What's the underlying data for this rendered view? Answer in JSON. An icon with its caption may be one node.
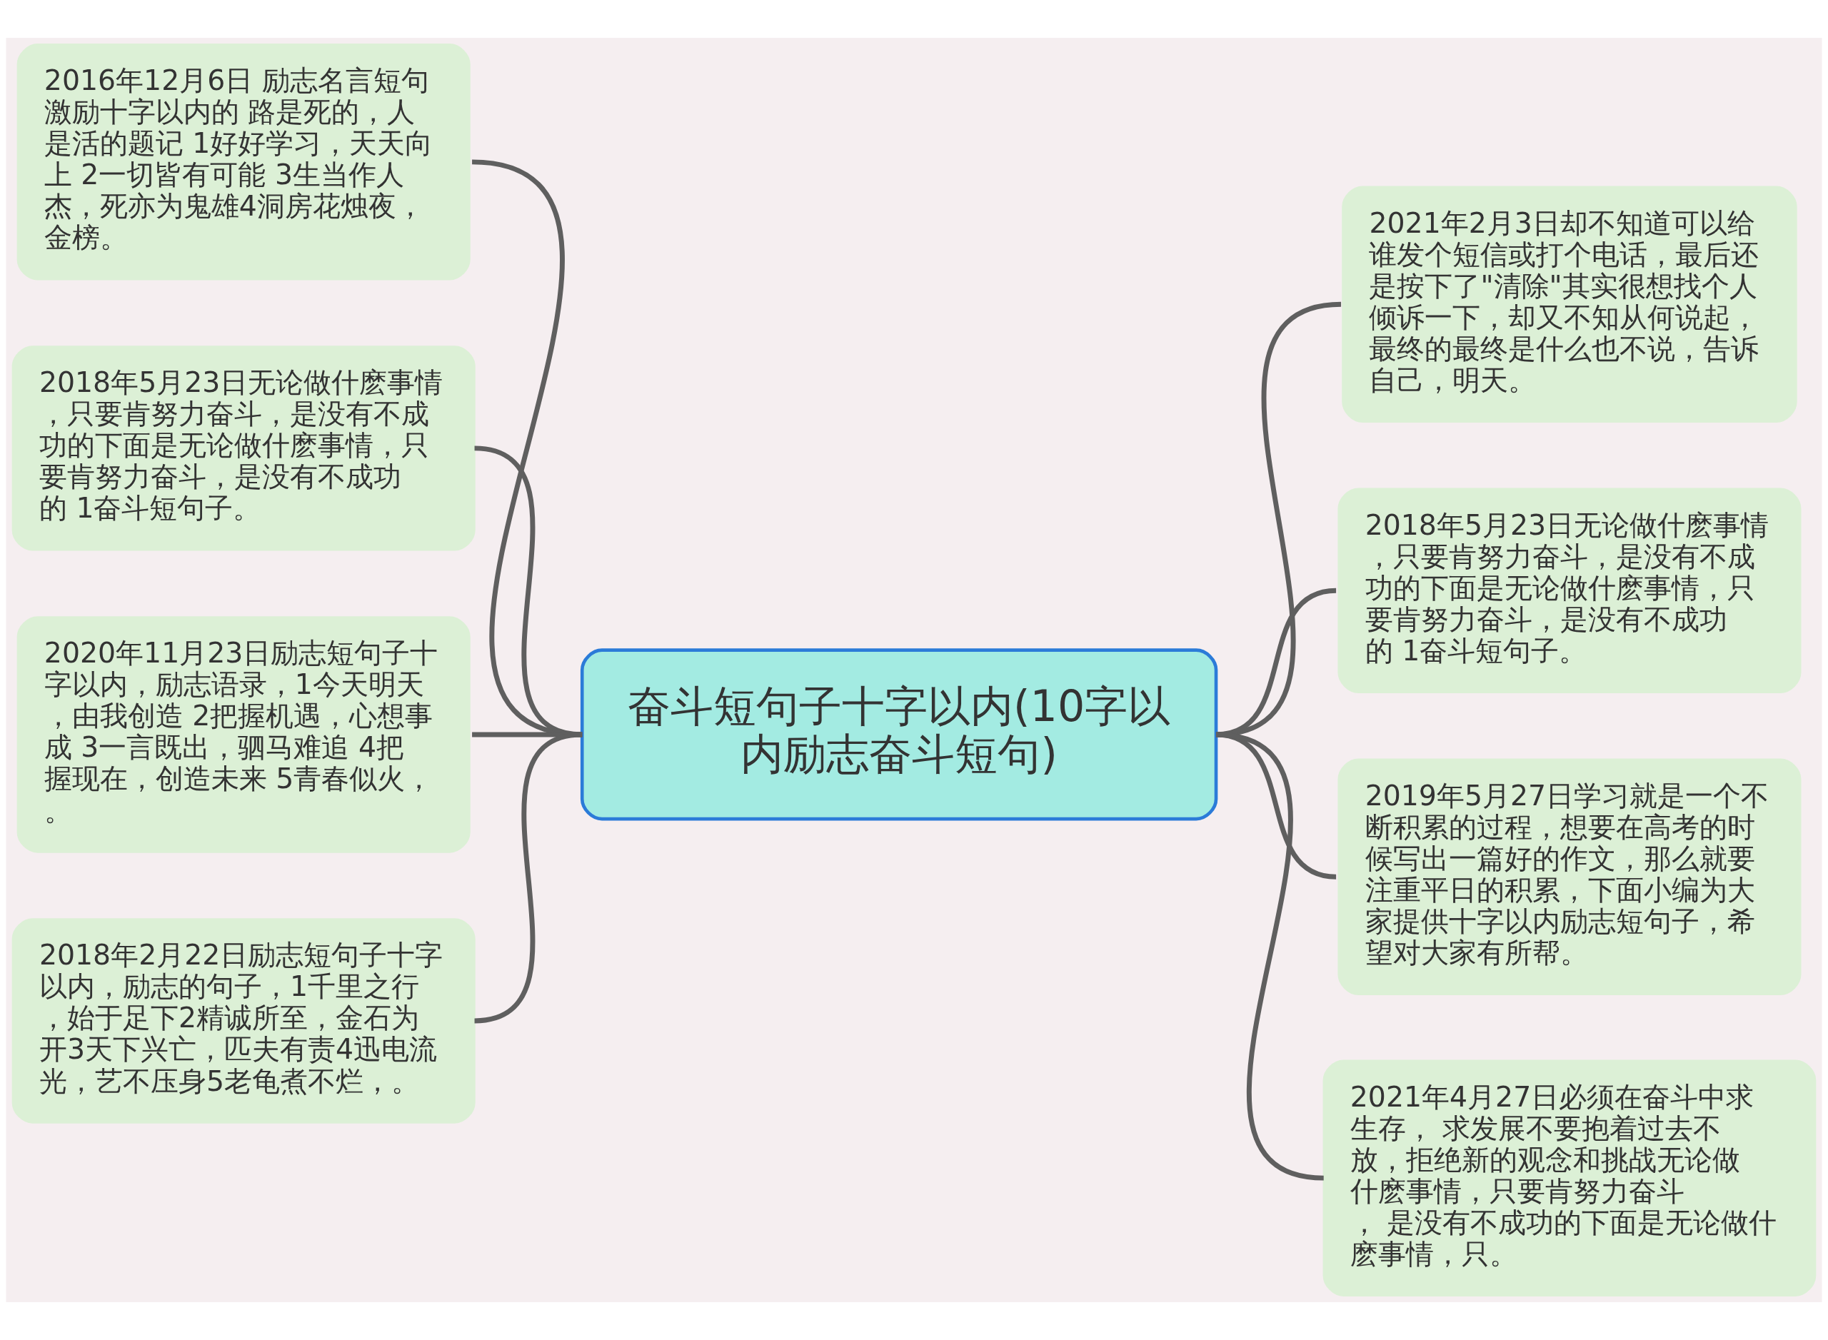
{
  "diagram": {
    "nodes": [
      {
        "text": [
          "奋斗短句子十字以内(10字以内励志奋斗短句)"
        ]
      },
      {
        "text": [
          "2016年12月6日 励志名言短句激励十字以内的 路是死的，人是活的题记 1好好学习，天天向上 2一切皆有可能 3生当作人杰，死亦为鬼雄4洞房花烛夜，金榜。"
        ]
      },
      {
        "text": [
          "2018年5月23日无论做什麽事情，只要肯努力奋斗，是没有不成功的下面是无论做什麽事情，只要肯努力奋斗，是没有不成功的 1奋斗短句子。"
        ]
      },
      {
        "text": [
          "2020年11月23日励志短句子十字以内，励志语录，1今天明天，由我创造 2把握机遇，心想事成 3一言既出，驷马难追 4把握现在，创造未来 5青春似火，。"
        ]
      },
      {
        "text": [
          "2018年2月22日励志短句子十字以内，励志的句子，1千里之行，始于足下2精诚所至，金石为开3天下兴亡，匹夫有责4迅电流光，艺不压身5老龟煮不烂，。"
        ]
      },
      {
        "text": [
          "2021年2月3日却不知道可以给谁发个短信或打个电话，最后还是按下了\"清除\"其实很想找个人倾诉一下，却又不知从何说起，最终的最终是什么也不说，告诉自己，明天。"
        ]
      },
      {
        "text": [
          "2018年5月23日无论做什麽事情，只要肯努力奋斗，是没有不成功的下面是无论做什麽事情，只要肯努力奋斗，是没有不成功的 1奋斗短句子。"
        ]
      },
      {
        "text": [
          "2019年5月27日学习就是一个不断积累的过程，想要在高考的时候写出一篇好的作文，那么就要注重平日的积累，下面小编为大家提供十字以内励志短句子，希望对大家有所帮。"
        ]
      },
      {
        "text": [
          "2021年4月27日必须在奋斗中求生存， 求发展不要抱着过去不放，拒绝新的观念和挑战无论做什麽事情，只要肯努力奋斗， 是没有不成功的下面是无论做什麽事情，只。"
        ]
      }
    ],
    "edges": [
      {
        "from": 0,
        "to": 1,
        "arrow": "none"
      },
      {
        "from": 0,
        "to": 2,
        "arrow": "none"
      },
      {
        "from": 0,
        "to": 3,
        "arrow": "none"
      },
      {
        "from": 0,
        "to": 4,
        "arrow": "none"
      },
      {
        "from": 0,
        "to": 5,
        "arrow": "none"
      },
      {
        "from": 0,
        "to": 6,
        "arrow": "none"
      },
      {
        "from": 0,
        "to": 7,
        "arrow": "none"
      },
      {
        "from": 0,
        "to": 8,
        "arrow": "none"
      }
    ]
  }
}
